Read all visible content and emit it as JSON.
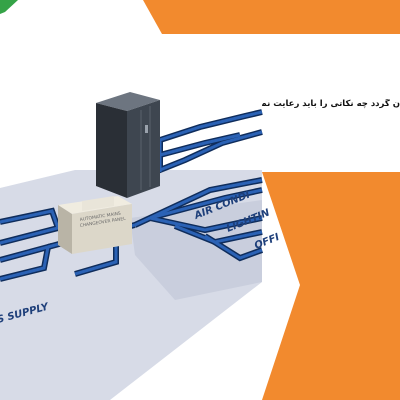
{
  "headline": "ن گردد چه نکاتی را باید رعایت نماییم؟",
  "labels": {
    "mains_supply": "S SUPPLY",
    "air_con": "AIR CONDI",
    "lighting": "LIGHTIN",
    "office": "OFFI"
  },
  "panel": {
    "line1": "AUTOMATIC MAINS",
    "line2": "CHANGEOVER PANEL"
  },
  "colors": {
    "accent": "#f28a2e",
    "bus": "#1f4f96",
    "floor": "#d7dbe7"
  },
  "icons": {
    "rack": "server-rack-icon",
    "panel": "changeover-panel-icon",
    "logo": "green-logo-corner"
  }
}
